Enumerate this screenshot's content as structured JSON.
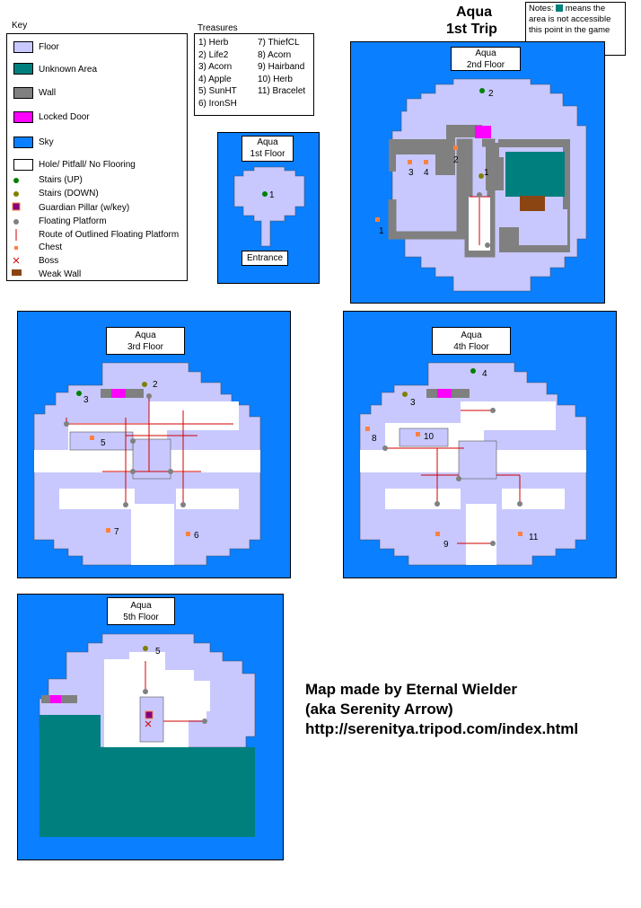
{
  "title": {
    "line1": "Aqua",
    "line2": "1st Trip"
  },
  "notes": {
    "prefix": "Notes:",
    "text": "means the area is not accessible this point in the game"
  },
  "key": {
    "heading": "Key",
    "items": [
      {
        "label": "Floor",
        "color": "#c8c8ff"
      },
      {
        "label": "Unknown Area",
        "color": "#007f7f"
      },
      {
        "label": "Wall",
        "color": "#808080"
      },
      {
        "label": "Locked Door",
        "color": "#ff00ff"
      },
      {
        "label": "Sky",
        "color": "#0a7fff"
      },
      {
        "label": "Hole/ Pitfall/ No Flooring",
        "color": "#ffffff"
      }
    ],
    "symbols": [
      {
        "label": "Stairs (UP)",
        "icon": "stairs-up-dot",
        "color": "#008000"
      },
      {
        "label": "Stairs (DOWN)",
        "icon": "stairs-down-dot",
        "color": "#808000"
      },
      {
        "label": "Guardian Pillar (w/key)",
        "icon": "guardian-pillar-square",
        "color": "#800080"
      },
      {
        "label": "Floating Platform",
        "icon": "platform-dot",
        "color": "#808080"
      },
      {
        "label": "Route of Outlined Floating Platform",
        "icon": "route-line",
        "color": "#d00000"
      },
      {
        "label": "Chest",
        "icon": "chest-square",
        "color": "#ff8040"
      },
      {
        "label": "Boss",
        "icon": "boss-cross",
        "color": "#d00000"
      },
      {
        "label": "Weak Wall",
        "icon": "weak-wall-rect",
        "color": "#8b4513"
      }
    ]
  },
  "treasures": {
    "heading": "Treasures",
    "col1": [
      "1) Herb",
      "2) Life2",
      "3) Acorn",
      "4) Apple",
      "5) SunHT",
      "6) IronSH"
    ],
    "col2": [
      "7) ThiefCL",
      "8) Acorn",
      "9) Hairband",
      "10) Herb",
      "11) Bracelet"
    ]
  },
  "floors": {
    "f1": {
      "name": "Aqua",
      "floor": "1st Floor",
      "entrance": "Entrance",
      "marks": [
        "1"
      ]
    },
    "f2": {
      "name": "Aqua",
      "floor": "2nd Floor",
      "marks": [
        "2",
        "2",
        "3",
        "4",
        "1",
        "1"
      ]
    },
    "f3": {
      "name": "Aqua",
      "floor": "3rd Floor",
      "marks": [
        "3",
        "2",
        "5",
        "7",
        "6"
      ]
    },
    "f4": {
      "name": "Aqua",
      "floor": "4th Floor",
      "marks": [
        "4",
        "3",
        "8",
        "10",
        "9",
        "11"
      ]
    },
    "f5": {
      "name": "Aqua",
      "floor": "5th Floor",
      "marks": [
        "5"
      ]
    }
  },
  "credit": {
    "line1": "Map made by Eternal Wielder",
    "line2": "(aka Serenity Arrow)",
    "line3": "http://serenitya.tripod.com/index.html"
  }
}
